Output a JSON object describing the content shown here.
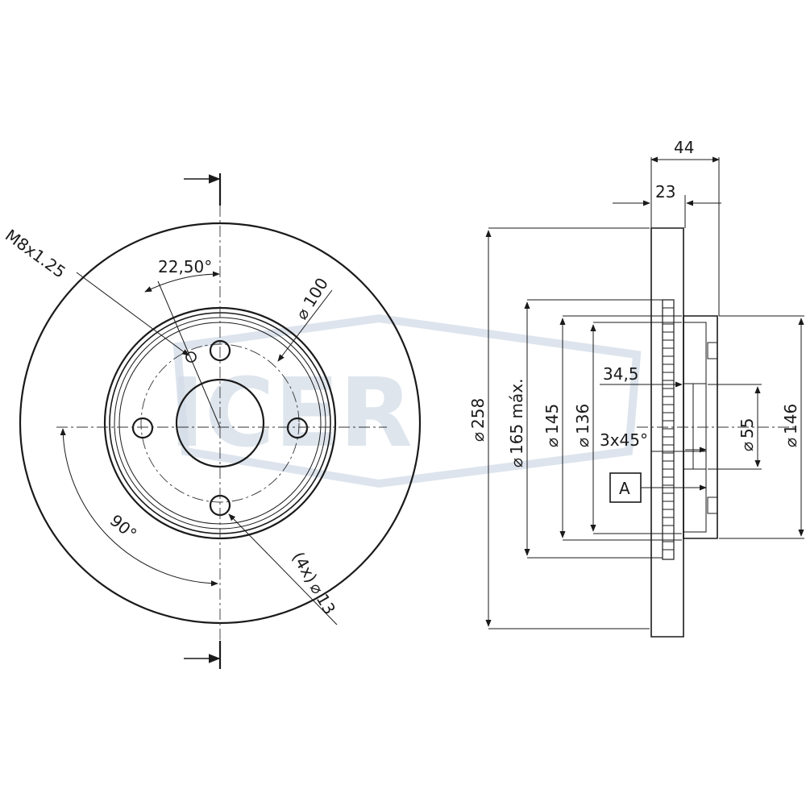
{
  "watermark": {
    "text": "ICER",
    "color": "#c9d3df"
  },
  "front_view": {
    "thread_label": "M8x1.25",
    "angle_label": "22,50°",
    "pcd_label": "100",
    "hole_label_count": "(4x)",
    "hole_label_dia": "13",
    "quarter_angle_label": "90°"
  },
  "side_view": {
    "overall_thickness": "44",
    "disc_thickness": "23",
    "outer_diameter": "258",
    "friction_diameter": "165 máx.",
    "hub_diameter_1": "145",
    "hub_diameter_2": "136",
    "chamfer_depth": "34,5",
    "chamfer": "3x45°",
    "center_bore": "55",
    "hat_diameter": "146",
    "datum_label": "A"
  },
  "symbols": {
    "diameter": "⌀"
  }
}
